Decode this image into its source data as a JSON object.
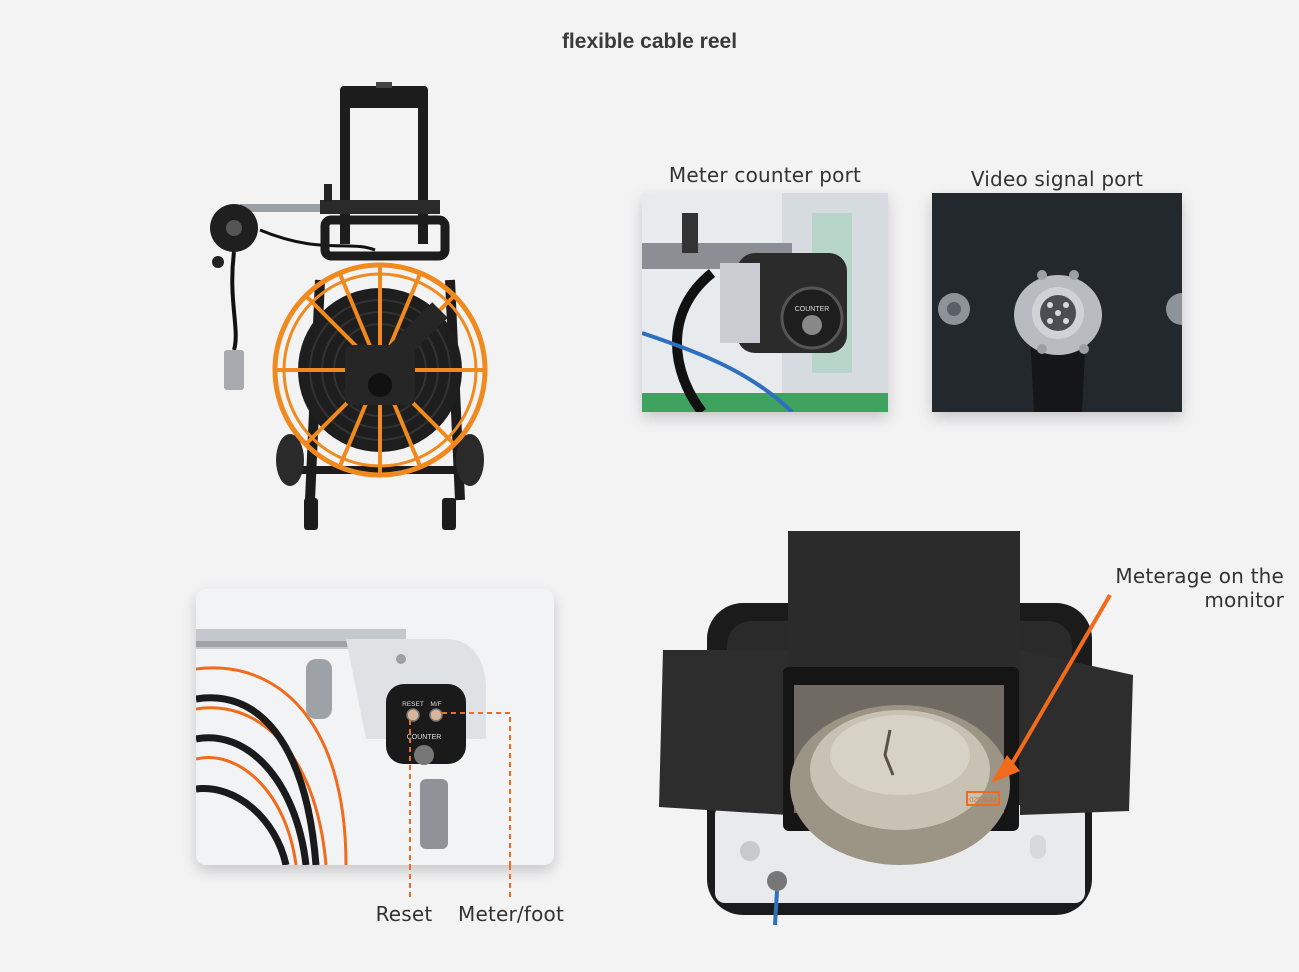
{
  "title": "flexible cable reel",
  "captions": {
    "meter_counter_port": "Meter counter port",
    "video_signal_port": "Video signal port",
    "meterage_on_monitor": "Meterage on the monitor",
    "reset": "Reset",
    "meter_foot": "Meter/foot"
  },
  "device_labels": {
    "counter": "COUNTER",
    "reset": "RESET",
    "mf": "M/F",
    "meterage_readout": "025.50M"
  },
  "colors": {
    "accent": "#f26a1b",
    "reel_orange": "#f08a1e",
    "frame_black": "#1c1c1c",
    "background": "#f3f3f4"
  }
}
